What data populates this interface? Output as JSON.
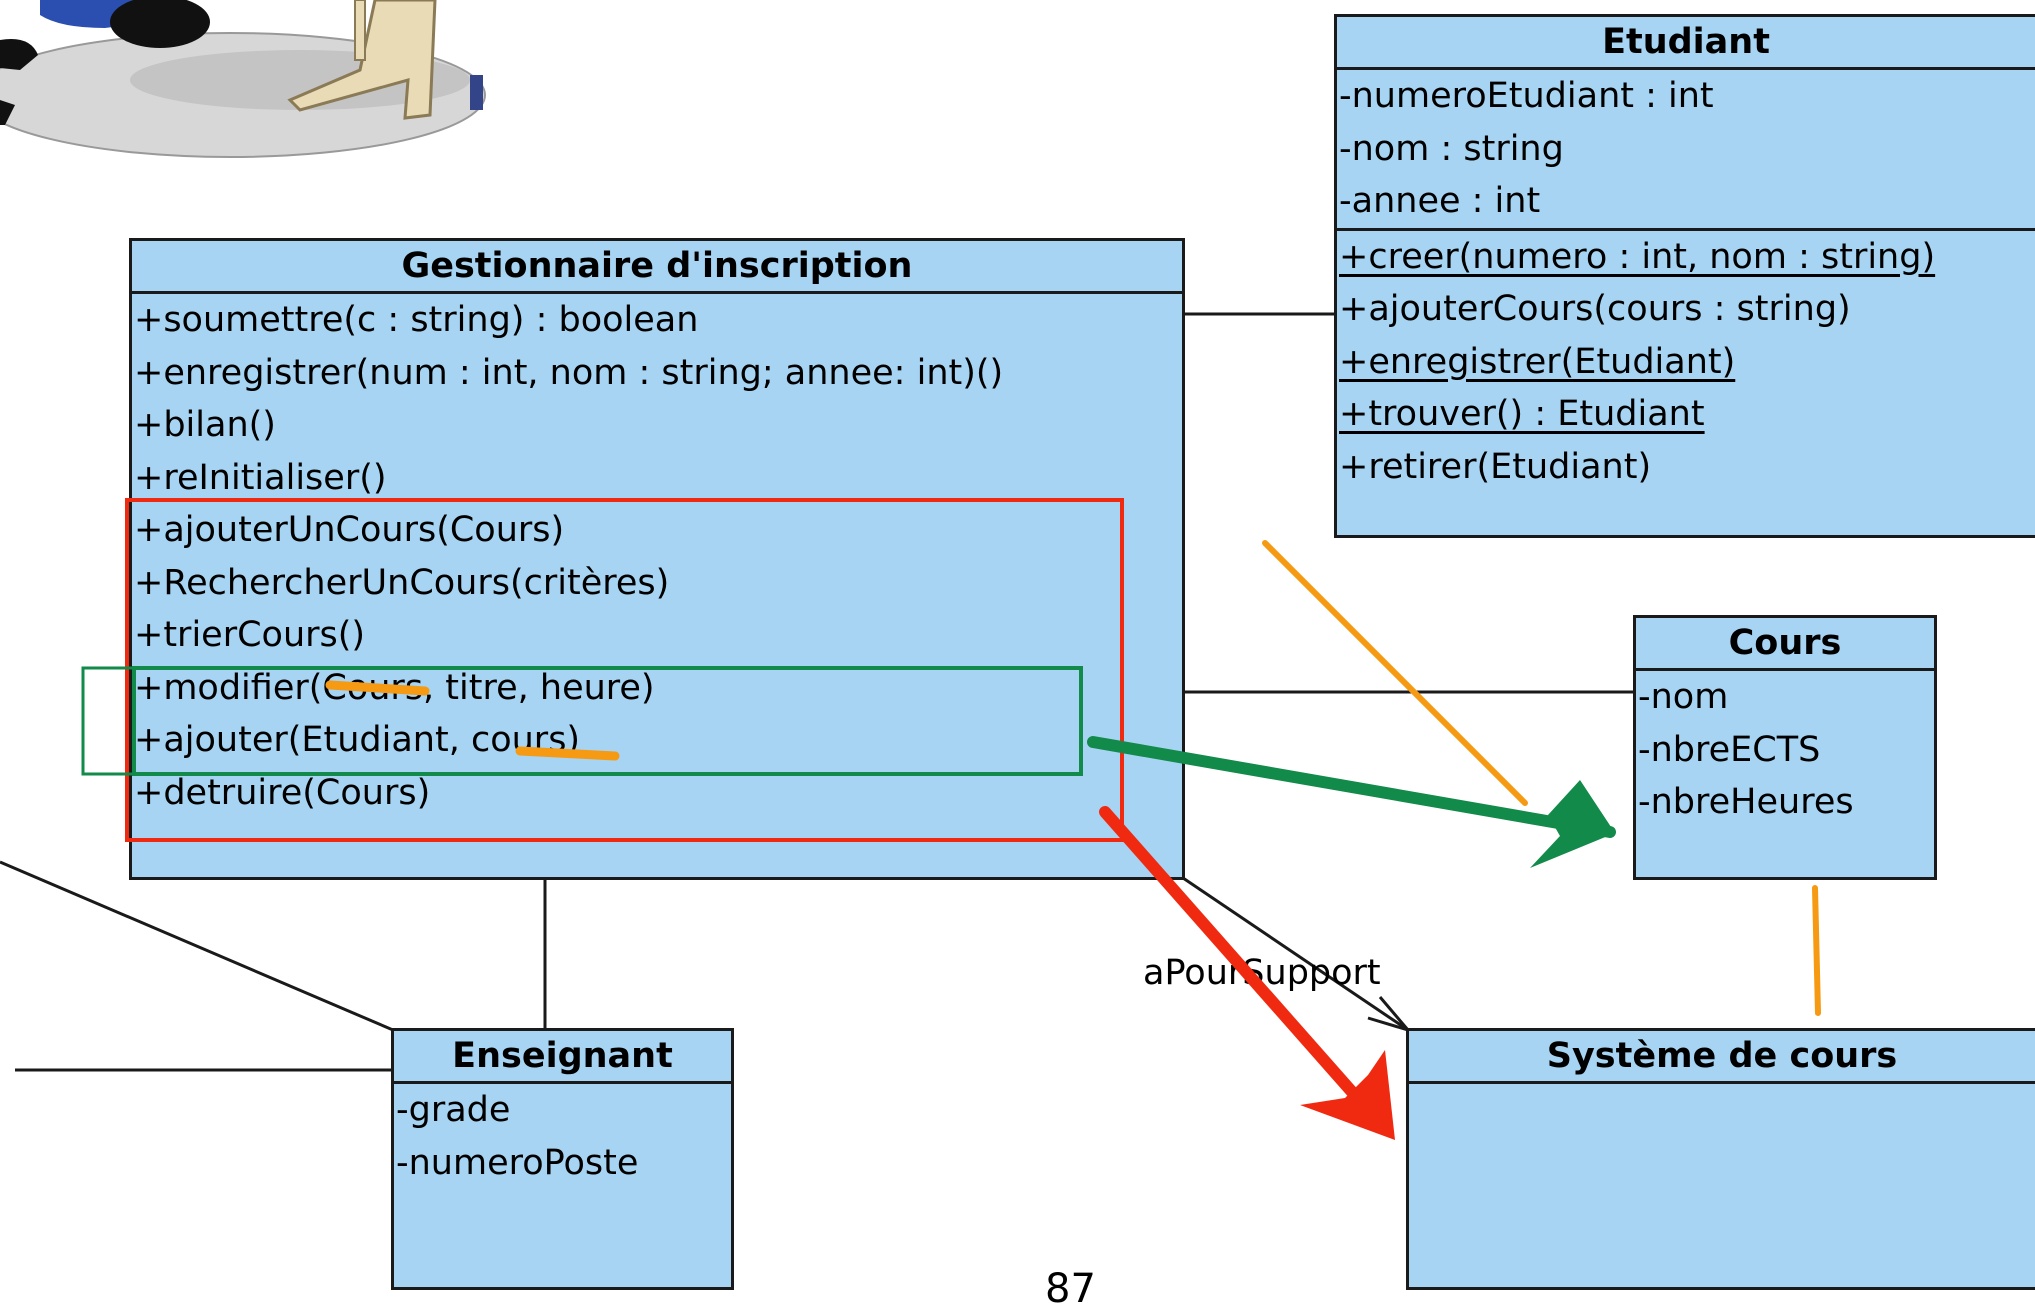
{
  "classes": {
    "gestionnaire": {
      "name": "Gestionnaire d'inscription",
      "methods": [
        "+soumettre(c : string) : boolean",
        "+enregistrer(num : int, nom : string; annee: int)()",
        "+bilan()",
        "+reInitialiser()",
        "+ajouterUnCours(Cours)",
        "+RechercherUnCours(critères)",
        "+trierCours()",
        "+modifier(Cours, titre, heure)",
        "+ajouter(Etudiant, cours)",
        "+detruire(Cours)"
      ]
    },
    "etudiant": {
      "name": "Etudiant",
      "attributes": [
        "-numeroEtudiant : int",
        "-nom : string",
        "-annee : int"
      ],
      "methods": [
        "+creer(numero : int, nom : string)",
        "+ajouterCours(cours : string)",
        "+enregistrer(Etudiant)",
        "+trouver() : Etudiant",
        "+retirer(Etudiant)"
      ]
    },
    "cours": {
      "name": "Cours",
      "attributes": [
        "-nom",
        "-nbreECTS",
        "-nbreHeures"
      ]
    },
    "enseignant": {
      "name": "Enseignant",
      "attributes": [
        "-grade",
        "-numeroPoste"
      ]
    },
    "systeme": {
      "name": "Système de cours"
    }
  },
  "association_label": "aPourSupport",
  "page_number": "87",
  "colors": {
    "class_fill": "#a6d4f2",
    "red_annotation": "#f02a10",
    "green_annotation": "#128a4a",
    "orange_annotation": "#f59a12"
  }
}
